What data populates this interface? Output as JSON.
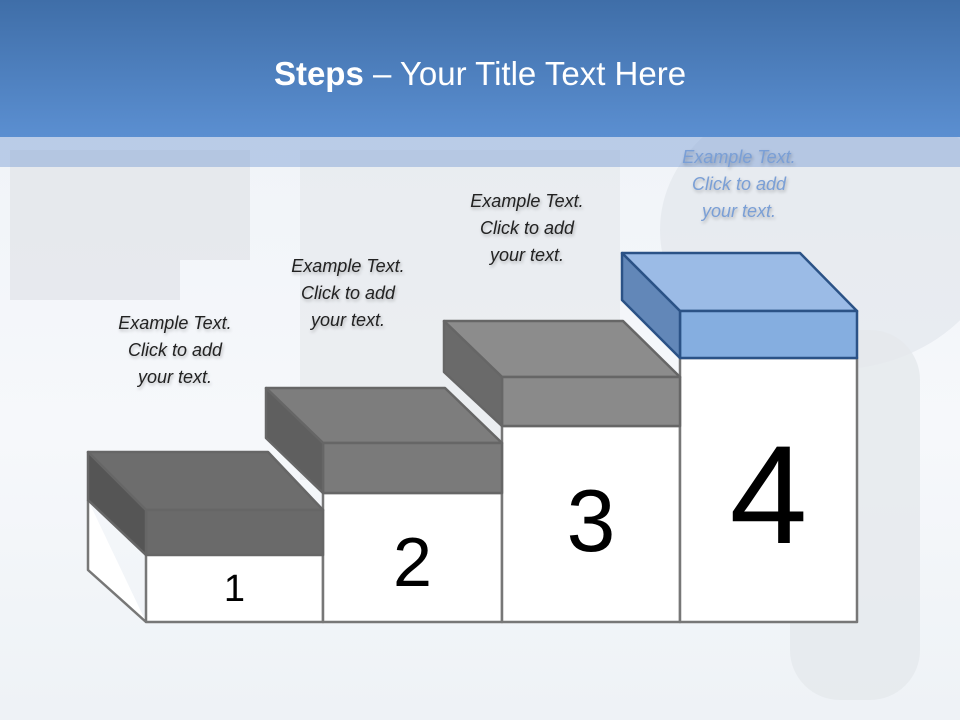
{
  "title": {
    "bold": "Steps",
    "rest": " – Your Title Text Here"
  },
  "steps": [
    {
      "number": "1",
      "caption": [
        "Example Text.",
        "Click  to add",
        "your text."
      ]
    },
    {
      "number": "2",
      "caption": [
        "Example Text.",
        "Click  to add",
        "your text."
      ]
    },
    {
      "number": "3",
      "caption": [
        "Example Text.",
        "Click  to add",
        "your text."
      ]
    },
    {
      "number": "4",
      "caption": [
        "Example Text.",
        "Click  to add",
        "your text."
      ]
    }
  ],
  "colors": {
    "header": "#4a7bbd",
    "gray_block": "#8a8a8a",
    "blue_block": "#85aee0"
  }
}
